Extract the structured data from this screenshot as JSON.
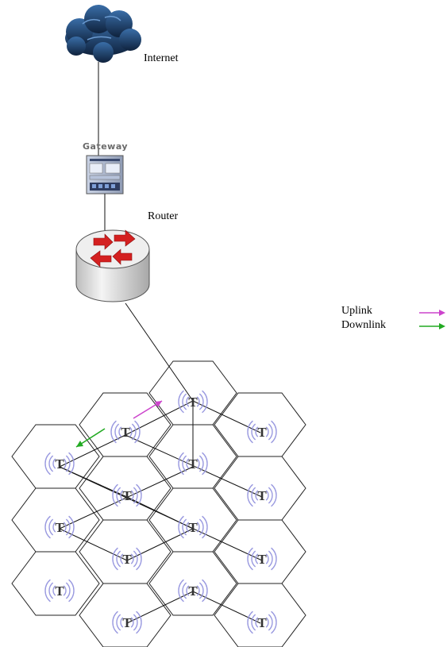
{
  "labels": {
    "internet": "Internet",
    "gateway": "Gateway",
    "router": "Router"
  },
  "legend": {
    "uplink": {
      "label": "Uplink",
      "color": "#cc44cc"
    },
    "downlink": {
      "label": "Downlink",
      "color": "#22aa22"
    }
  },
  "colors": {
    "cloud": "#1f3f66",
    "router_arrows": "#d42020",
    "signal_waves": "#9a9ae0"
  },
  "tower_symbol": "T",
  "icons": [
    "cloud-icon",
    "gateway-icon",
    "router-icon",
    "cell-tower-icon"
  ]
}
